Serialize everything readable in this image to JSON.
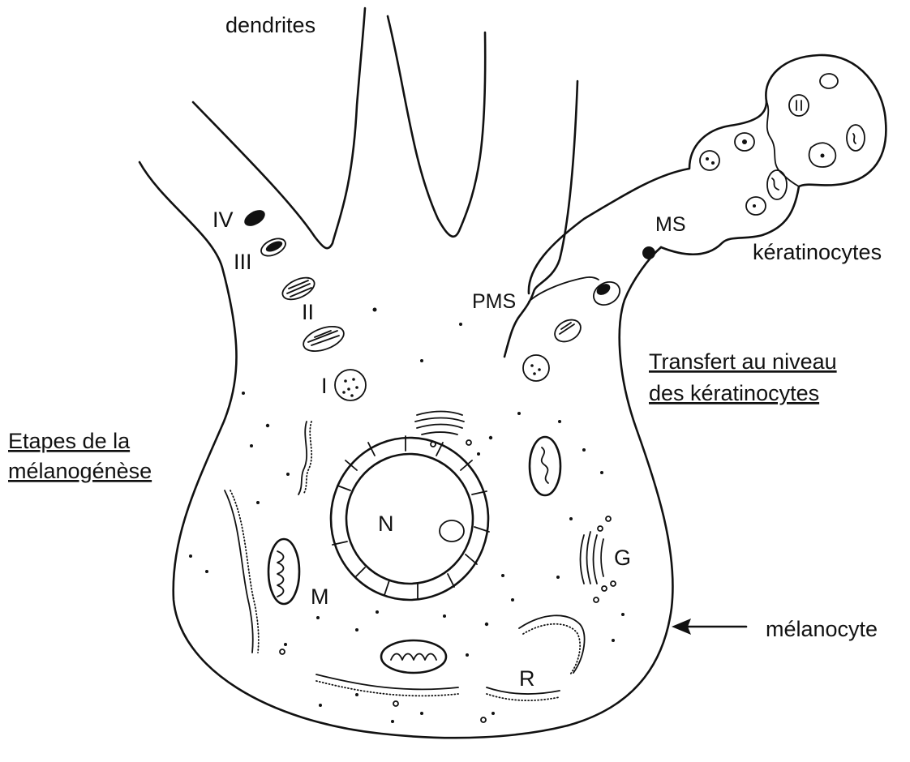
{
  "labels": {
    "dendrites": "dendrites",
    "keratinocytes": "kératinocytes",
    "melanocyte": "mélanocyte",
    "ms": "MS",
    "pms": "PMS",
    "stage_iv": "IV",
    "stage_iii": "III",
    "stage_ii": "II",
    "stage_i": "I",
    "nucleus": "N",
    "mitochondria": "M",
    "golgi": "G",
    "reticulum": "R"
  },
  "captions": {
    "etapes_line1": "Etapes de la",
    "etapes_line2": "mélanogénèse",
    "transfert_line1": "Transfert au niveau",
    "transfert_line2": "des kératinocytes"
  }
}
